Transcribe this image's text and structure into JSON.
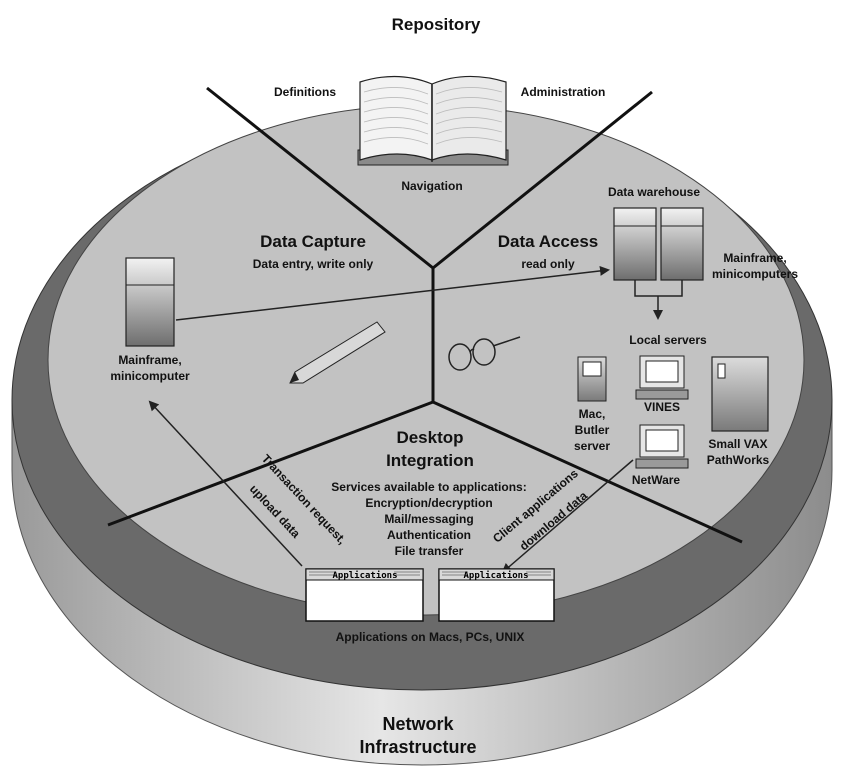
{
  "sections": {
    "repository": {
      "title": "Repository",
      "items": [
        "Definitions",
        "Administration",
        "Navigation"
      ]
    },
    "data_capture": {
      "title": "Data Capture",
      "subtitle": "Data entry, write only"
    },
    "data_access": {
      "title": "Data Access",
      "subtitle": "read only"
    },
    "desktop_integration": {
      "title_line1": "Desktop",
      "title_line2": "Integration",
      "services": [
        "Services available to applications:",
        "Encryption/decryption",
        "Mail/messaging",
        "Authentication",
        "File transfer"
      ]
    }
  },
  "nodes": {
    "mainframe_left": [
      "Mainframe,",
      "minicomputer"
    ],
    "data_warehouse": "Data warehouse",
    "mainframe_right": [
      "Mainframe,",
      "minicomputers"
    ],
    "local_servers": "Local servers",
    "mac_butler": [
      "Mac,",
      "Butler",
      "server"
    ],
    "vines": "VINES",
    "netware": "NetWare",
    "small_vax": [
      "Small VAX",
      "PathWorks"
    ]
  },
  "arrows": {
    "transaction": [
      "Transaction request,",
      "upload data"
    ],
    "client": [
      "Client applications",
      "download data"
    ]
  },
  "applications": {
    "window_title": "Applications",
    "caption": "Applications on Macs, PCs, UNIX"
  },
  "base": {
    "line1": "Network",
    "line2": "Infrastructure"
  }
}
